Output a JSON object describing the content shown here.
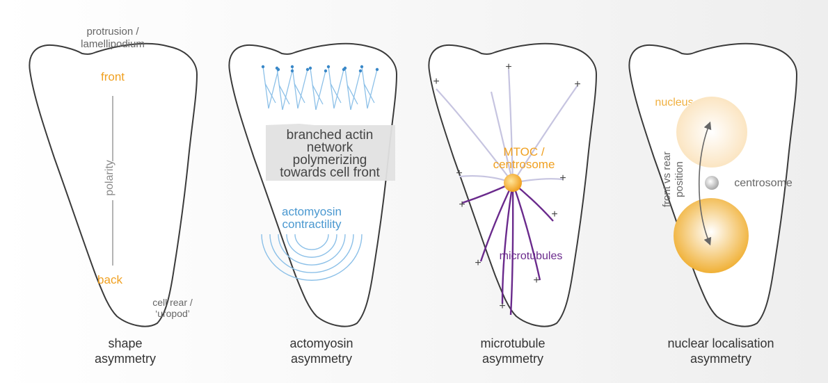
{
  "panels": [
    {
      "caption_line1": "shape",
      "caption_line2": "asymmetry",
      "top_label_line1": "protrusion /",
      "top_label_line2": "lamellipodium",
      "front_label": "front",
      "axis_label": "polarity",
      "back_label": "back",
      "rear_label_line1": "cell rear /",
      "rear_label_line2": "‘uropod’"
    },
    {
      "caption_line1": "actomyosin",
      "caption_line2": "asymmetry",
      "callout_line1": "branched actin",
      "callout_line2": "network",
      "callout_line3": "polymerizing",
      "callout_line4": "towards cell front",
      "contractility_line1": "actomyosin",
      "contractility_line2": "contractility"
    },
    {
      "caption_line1": "microtubule",
      "caption_line2": "asymmetry",
      "mtoc_line1": "MTOC /",
      "mtoc_line2": "centrosome",
      "microtubules_label": "microtubules",
      "plus_sign": "+"
    },
    {
      "caption_line1": "nuclear localisation",
      "caption_line2": "asymmetry",
      "nucleus_label": "nucleus",
      "centrosome_label": "centrosome",
      "position_line1": "front vs rear",
      "position_line2": "position"
    }
  ],
  "colors": {
    "outline": "#3a3a3a",
    "orange_text": "#f0a020",
    "actin_blue": "#8cc0e8",
    "actin_tip": "#3a88c8",
    "light_microtubule": "#c6c4e0",
    "dark_microtubule": "#6a2a8c",
    "nucleus_dark": "#f0b440",
    "nucleus_light": "#fbe9cc",
    "callout_fill": "#e2e2e2",
    "gray_text": "#666666"
  }
}
